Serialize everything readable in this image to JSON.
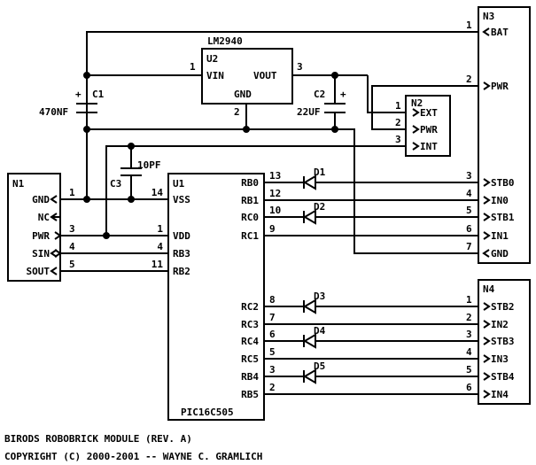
{
  "ic": {
    "lm2940": {
      "name": "LM2940",
      "ref": "U2",
      "vin": "VIN",
      "vout": "VOUT",
      "gnd": "GND",
      "pin_vin": "1",
      "pin_vout": "3",
      "pin_gnd": "2"
    },
    "pic": {
      "ref": "U1",
      "name": "PIC16C505",
      "left_pins": [
        {
          "label": "VSS",
          "num": "14"
        },
        {
          "label": "VDD",
          "num": "1"
        },
        {
          "label": "RB3",
          "num": "4"
        },
        {
          "label": "RB2",
          "num": "11"
        }
      ],
      "right_pins": [
        {
          "label": "RB0",
          "num": "13"
        },
        {
          "label": "RB1",
          "num": "12"
        },
        {
          "label": "RC0",
          "num": "10"
        },
        {
          "label": "RC1",
          "num": "9"
        },
        {
          "label": "RC2",
          "num": "8"
        },
        {
          "label": "RC3",
          "num": "7"
        },
        {
          "label": "RC4",
          "num": "6"
        },
        {
          "label": "RC5",
          "num": "5"
        },
        {
          "label": "RB4",
          "num": "3"
        },
        {
          "label": "RB5",
          "num": "2"
        }
      ]
    }
  },
  "caps": {
    "c1": {
      "ref": "C1",
      "value": "470NF",
      "plus": "+"
    },
    "c2": {
      "ref": "C2",
      "value": "22UF",
      "plus": "+"
    },
    "c3": {
      "ref": "C3",
      "value": "10PF"
    }
  },
  "diodes": [
    "D1",
    "D2",
    "D3",
    "D4",
    "D5"
  ],
  "n1": {
    "ref": "N1",
    "pins": [
      {
        "label": "GND",
        "num": "1"
      },
      {
        "label": "NC",
        "num": ""
      },
      {
        "label": "PWR",
        "num": "3"
      },
      {
        "label": "SIN",
        "num": "4"
      },
      {
        "label": "SOUT",
        "num": "5"
      }
    ]
  },
  "n2": {
    "ref": "N2",
    "pins": [
      {
        "label": "EXT",
        "num": "1"
      },
      {
        "label": "PWR",
        "num": "2"
      },
      {
        "label": "INT",
        "num": "3"
      }
    ]
  },
  "n3": {
    "ref": "N3",
    "pins": [
      {
        "label": "BAT",
        "num": "1"
      },
      {
        "label": "PWR",
        "num": "2"
      },
      {
        "label": "STB0",
        "num": "3"
      },
      {
        "label": "IN0",
        "num": "4"
      },
      {
        "label": "STB1",
        "num": "5"
      },
      {
        "label": "IN1",
        "num": "6"
      },
      {
        "label": "GND",
        "num": "7"
      }
    ]
  },
  "n4": {
    "ref": "N4",
    "pins": [
      {
        "label": "STB2",
        "num": "1"
      },
      {
        "label": "IN2",
        "num": "2"
      },
      {
        "label": "STB3",
        "num": "3"
      },
      {
        "label": "IN3",
        "num": "4"
      },
      {
        "label": "STB4",
        "num": "5"
      },
      {
        "label": "IN4",
        "num": "6"
      }
    ]
  },
  "footer": {
    "line1": "BIRODS ROBOBRICK MODULE (REV. A)",
    "line2": "COPYRIGHT (C) 2000-2001 -- WAYNE C. GRAMLICH"
  }
}
